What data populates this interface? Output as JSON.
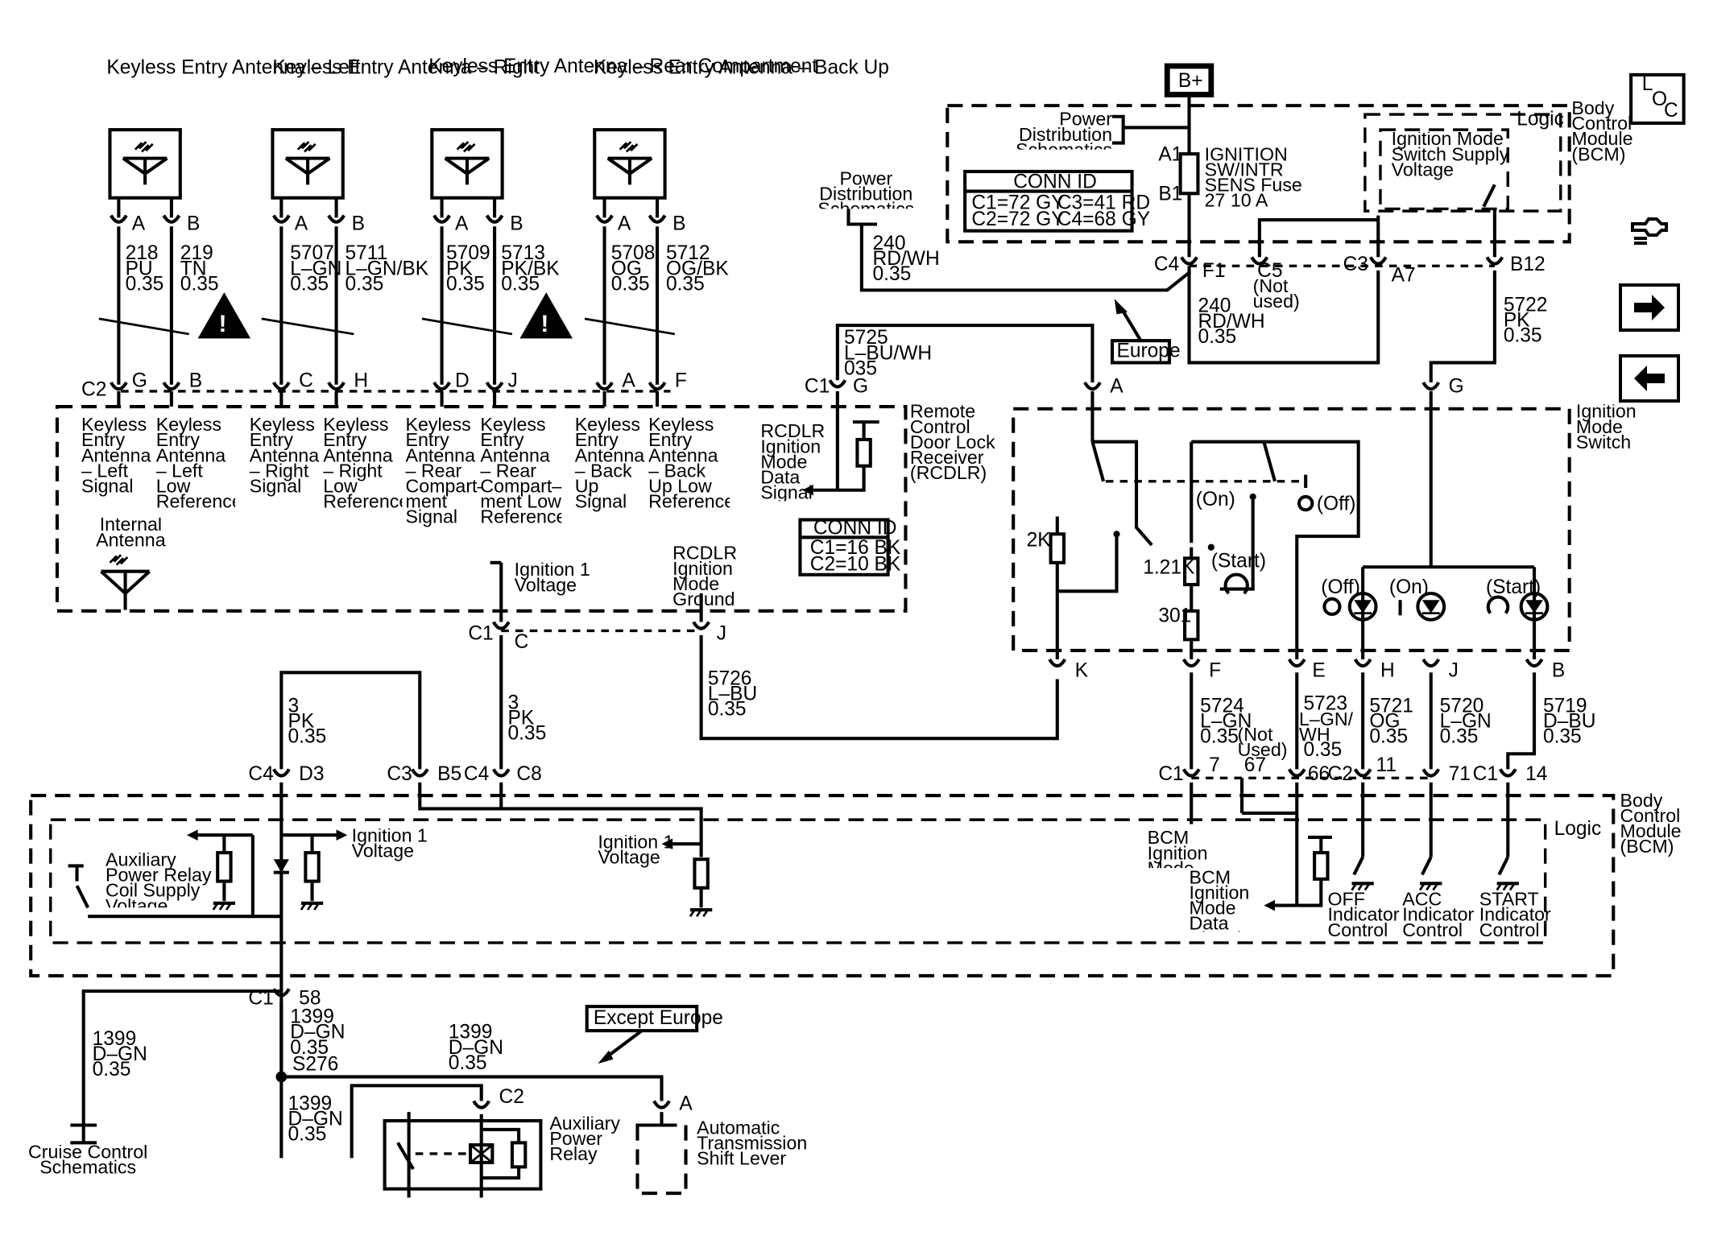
{
  "antennas": [
    {
      "name": "Keyless Entry Antenna – Left",
      "pins": [
        "A",
        "B"
      ],
      "wires": [
        {
          "circuit": "218",
          "color": "PU",
          "size": "0.35"
        },
        {
          "circuit": "219",
          "color": "TN",
          "size": "0.35"
        }
      ],
      "rcdlr_pins": [
        "G",
        "B"
      ],
      "sig_label": "Keyless Entry Antenna – Left Signal",
      "ref_label": "Keyless Entry Antenna – Left Low Reference"
    },
    {
      "name": "Keyless Entry Antenna – Right",
      "pins": [
        "A",
        "B"
      ],
      "wires": [
        {
          "circuit": "5707",
          "color": "L–GN",
          "size": "0.35"
        },
        {
          "circuit": "5711",
          "color": "L–GN/BK",
          "size": "0.35"
        }
      ],
      "rcdlr_pins": [
        "C",
        "H"
      ],
      "sig_label": "Keyless Entry Antenna – Right Signal",
      "ref_label": "Keyless Entry Antenna – Right Low Reference"
    },
    {
      "name": "Keyless Entry Antenna – Rear Compartment",
      "pins": [
        "A",
        "B"
      ],
      "wires": [
        {
          "circuit": "5709",
          "color": "PK",
          "size": "0.35"
        },
        {
          "circuit": "5713",
          "color": "PK/BK",
          "size": "0.35"
        }
      ],
      "rcdlr_pins": [
        "D",
        "J"
      ],
      "sig_label": "Keyless Entry Antenna – Rear Compart– ment Signal",
      "ref_label": "Keyless Entry Antenna – Rear Compart– ment Low Reference"
    },
    {
      "name": "Keyless Entry Antenna – Back Up",
      "pins": [
        "A",
        "B"
      ],
      "wires": [
        {
          "circuit": "5708",
          "color": "OG",
          "size": "0.35"
        },
        {
          "circuit": "5712",
          "color": "OG/BK",
          "size": "0.35"
        }
      ],
      "rcdlr_pins": [
        "A",
        "F"
      ],
      "sig_label": "Keyless Entry Antenna – Back Up Signal",
      "ref_label": "Keyless Entry Antenna – Back Up Low Reference"
    }
  ],
  "rcdlr": {
    "name": "Remote Control Door Lock Receiver (RCDLR)",
    "connector_c2": "C2",
    "internal_antenna": "Internal Antenna",
    "ign1_voltage": "Ignition 1 Voltage",
    "data_signal": "RCDLR Ignition Mode Data Signal",
    "ground_label": "RCDLR Ignition Mode Ground",
    "conn_id_title": "CONN ID",
    "conn_ids": [
      "C1=16 BK",
      "C2=10 BK"
    ],
    "c1g": {
      "conn": "C1",
      "pin": "G",
      "circuit": "5725",
      "color": "L–BU/WH",
      "size": "035"
    },
    "c1c": {
      "conn": "C1",
      "pin": "C",
      "circuit": "3",
      "color": "PK",
      "size": "0.35"
    },
    "c1j": {
      "pin": "J",
      "circuit": "5726",
      "color": "L–BU",
      "size": "0.35"
    }
  },
  "bcm_top": {
    "battery": "B+",
    "power_dist": "Power Distribution Schematics",
    "fuse_pins": [
      "A1",
      "B1"
    ],
    "fuse_label": "IGNITION SW/INTR SENS Fuse 27 10 A",
    "conn_id_title": "CONN ID",
    "conn_ids": [
      "C1=72 GY",
      "C3=41 RD",
      "C2=72 GY",
      "C4=68 GY"
    ],
    "logic": "Logic",
    "switch_supply": "Ignition Mode Switch Supply Voltage",
    "module_name": "Body Control Module (BCM)",
    "c4f1": {
      "conn": "C4",
      "pin": "F1"
    },
    "c5": {
      "pin": "C5",
      "note": "(Not used)"
    },
    "c3a7": {
      "conn": "C3",
      "pin": "A7"
    },
    "b12": "B12",
    "wire_240_left": {
      "circuit": "240",
      "color": "RD/WH",
      "size": "0.35"
    },
    "wire_240_right": {
      "circuit": "240",
      "color": "RD/WH",
      "size": "0.35"
    },
    "wire_5722": {
      "circuit": "5722",
      "color": "PK",
      "size": "0.35"
    },
    "power_dist_left": "Power Distribution Schematics",
    "europe": "Europe",
    "loc": [
      "L",
      "O",
      "C"
    ]
  },
  "ign_switch": {
    "name": "Ignition Mode Switch",
    "top_pins": [
      "A",
      "G"
    ],
    "bottom_pins": [
      "K",
      "F",
      "E",
      "H",
      "J",
      "B"
    ],
    "resistors": [
      "2K",
      "1.21K",
      "301"
    ],
    "positions": [
      "(On)",
      "(Off)",
      "(Start)"
    ],
    "indicator_positions": [
      "(Off)",
      "(On)",
      "(Start)"
    ]
  },
  "bcm_wires": [
    {
      "circuit": "5724",
      "color": "L–GN",
      "size": "0.35"
    },
    {
      "circuit": "5723",
      "color": "L–GN/ WH",
      "size": "0.35"
    },
    {
      "circuit": "5721",
      "color": "OG",
      "size": "0.35"
    },
    {
      "circuit": "5720",
      "color": "L–GN",
      "size": "0.35"
    },
    {
      "circuit": "5719",
      "color": "D–BU",
      "size": "0.35"
    }
  ],
  "bcm_pins": {
    "c1": "C1",
    "p7": "7",
    "not_used": "(Not Used)",
    "p67": "67",
    "p66": "66",
    "c2": "C2",
    "p11": "11",
    "p71": "71",
    "c1b": "C1",
    "p14": "14"
  },
  "bcm_bottom": {
    "name": "Body Control Module (BCM)",
    "logic": "Logic",
    "aux_coil": "Auxiliary Power Relay Coil Supply Voltage",
    "ign1_a": "Ignition 1 Voltage",
    "ign1_b": "Ignition 1 Voltage",
    "ign_ground": "BCM Ignition Mode Ground",
    "ign_data": "BCM Ignition Mode Data Signal",
    "off_ind": "OFF Indicator Control",
    "acc_ind": "ACC Indicator Control",
    "start_ind": "START Indicator Control",
    "pins": {
      "c4": "C4",
      "d3": "D3",
      "c3": "C3",
      "b5": "B5",
      "c4b": "C4",
      "c8": "C8",
      "c1": "C1",
      "p58": "58"
    },
    "wire_3a": {
      "circuit": "3",
      "color": "PK",
      "size": "0.35"
    }
  },
  "bottom": {
    "w1399a": {
      "circuit": "1399",
      "color": "D–GN",
      "size": "0.35"
    },
    "w1399b": {
      "circuit": "1399",
      "color": "D–GN",
      "size": "0.35"
    },
    "w1399c": {
      "circuit": "1399",
      "color": "D–GN",
      "size": "0.35"
    },
    "w1399d": {
      "circuit": "1399",
      "color": "D–GN",
      "size": "0.35"
    },
    "splice": "S276",
    "except_europe": "Except Europe",
    "cruise": "Cruise Control Schematics",
    "relay": "Auxiliary Power Relay",
    "relay_pin": "C2",
    "trans": "Automatic Transmission Shift Lever",
    "trans_pin": "A"
  }
}
